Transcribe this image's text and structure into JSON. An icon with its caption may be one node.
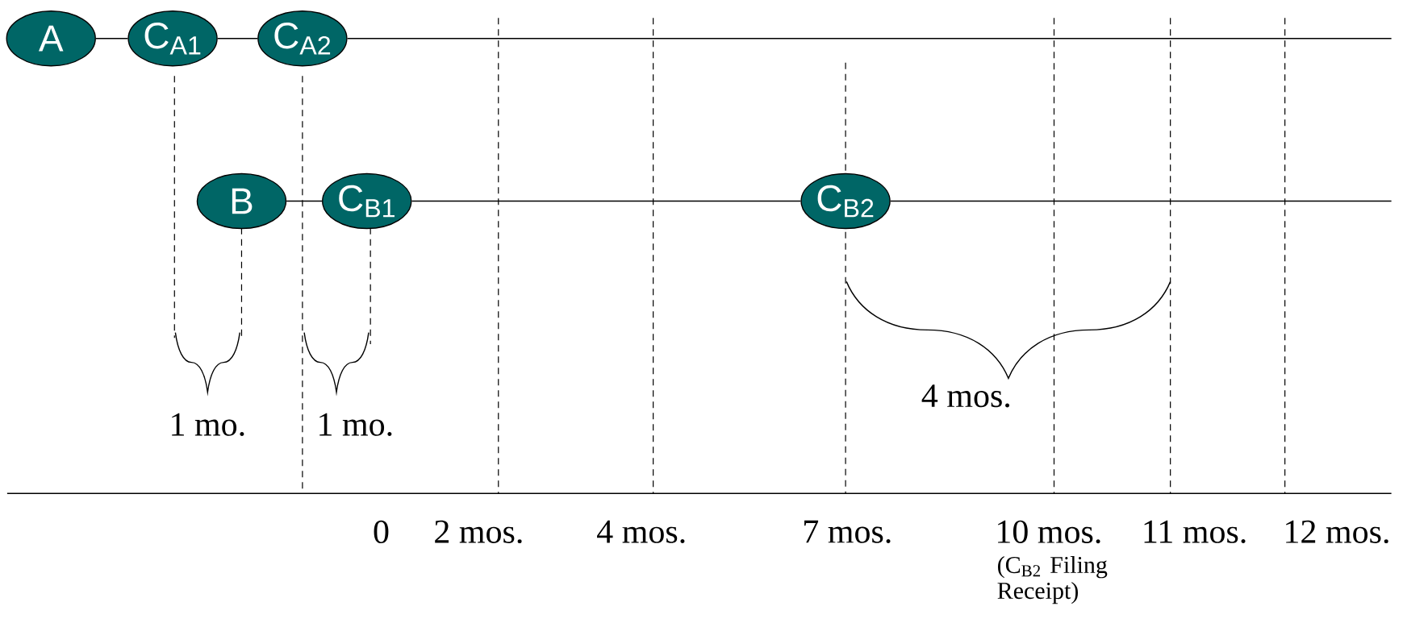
{
  "diagram": {
    "nodes": [
      {
        "text": [
          "A"
        ]
      },
      {
        "text": [
          "C$_{A1}$"
        ]
      },
      {
        "text": [
          "C$_{A2}$"
        ]
      },
      {
        "text": [
          "B"
        ]
      },
      {
        "text": [
          "C$_{B1}$"
        ]
      },
      {
        "text": [
          "C$_{B2}$"
        ]
      }
    ],
    "edges": [
      {
        "from": 0,
        "to": 1,
        "arrow": "none"
      },
      {
        "from": 1,
        "to": 2,
        "arrow": "none"
      },
      {
        "from": 2,
        "to": null,
        "arrow": "none"
      },
      {
        "from": 3,
        "to": 4,
        "arrow": "none"
      },
      {
        "from": 4,
        "to": 5,
        "arrow": "none"
      },
      {
        "from": 5,
        "to": null,
        "arrow": "none"
      }
    ],
    "labels": [
      "1 mo.",
      "1 mo.",
      "4 mos.",
      "0",
      "2 mos.",
      "4 mos.",
      "7 mos.",
      "10 mos.",
      "11 mos.",
      "12 mos.",
      "(C$_{B2}$ Filing Receipt)"
    ]
  }
}
